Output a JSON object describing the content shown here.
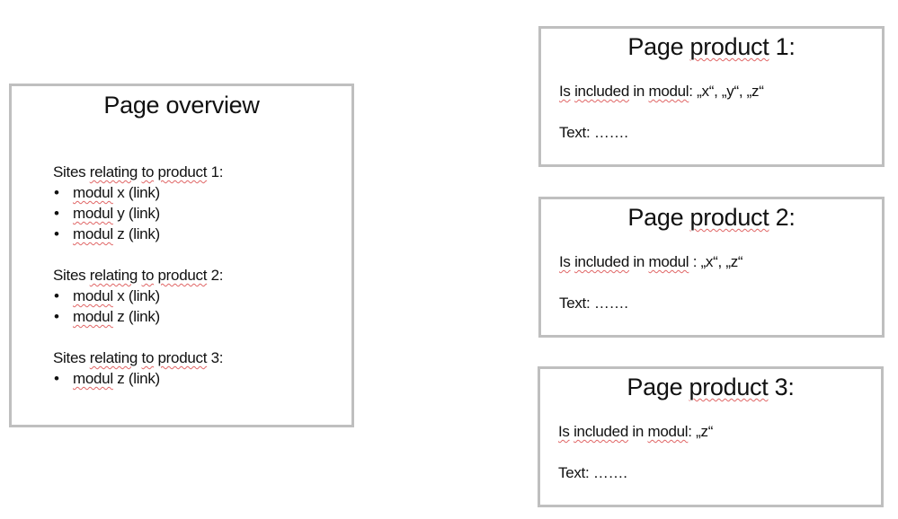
{
  "overview": {
    "title": "Page overview",
    "sections": [
      {
        "heading_prefix": "Sites ",
        "heading_words": [
          "relating",
          "to",
          "product"
        ],
        "heading_suffix": " 1:",
        "items": [
          {
            "bullet": "•",
            "word": "modul",
            "rest": " x (link)"
          },
          {
            "bullet": "•",
            "word": "modul",
            "rest": " y (link)"
          },
          {
            "bullet": "•",
            "word": "modul",
            "rest": " z (link)"
          }
        ]
      },
      {
        "heading_prefix": "Sites ",
        "heading_words": [
          "relating",
          "to",
          "product"
        ],
        "heading_suffix": " 2:",
        "items": [
          {
            "bullet": "•",
            "word": "modul",
            "rest": " x (link)"
          },
          {
            "bullet": "•",
            "word": "modul",
            "rest": " z (link)"
          }
        ]
      },
      {
        "heading_prefix": "Sites ",
        "heading_words": [
          "relating",
          "to",
          "product"
        ],
        "heading_suffix": " 3:",
        "items": [
          {
            "bullet": "•",
            "word": "modul",
            "rest": " z (link)"
          }
        ]
      }
    ]
  },
  "products": [
    {
      "title_prefix": "Page ",
      "title_word": "product",
      "title_suffix": " 1:",
      "included_word1": "Is",
      "included_word2": "included",
      "included_mid": " in ",
      "included_word3": "modul",
      "included_rest": ": „x“, „y“, „z“",
      "text_line": "Text: ……."
    },
    {
      "title_prefix": "Page ",
      "title_word": "product",
      "title_suffix": " 2:",
      "included_word1": "Is",
      "included_word2": "included",
      "included_mid": " in ",
      "included_word3": "modul",
      "included_rest": " : „x“, „z“",
      "text_line": "Text: ……."
    },
    {
      "title_prefix": "Page ",
      "title_word": "product",
      "title_suffix": " 3:",
      "included_word1": "Is",
      "included_word2": "included",
      "included_mid": " in ",
      "included_word3": "modul",
      "included_rest": ": „z“",
      "text_line": "Text: ……."
    }
  ],
  "colors": {
    "box_border": "#bfbfbf",
    "spellcheck_underline": "#e06666",
    "text": "#111111"
  }
}
